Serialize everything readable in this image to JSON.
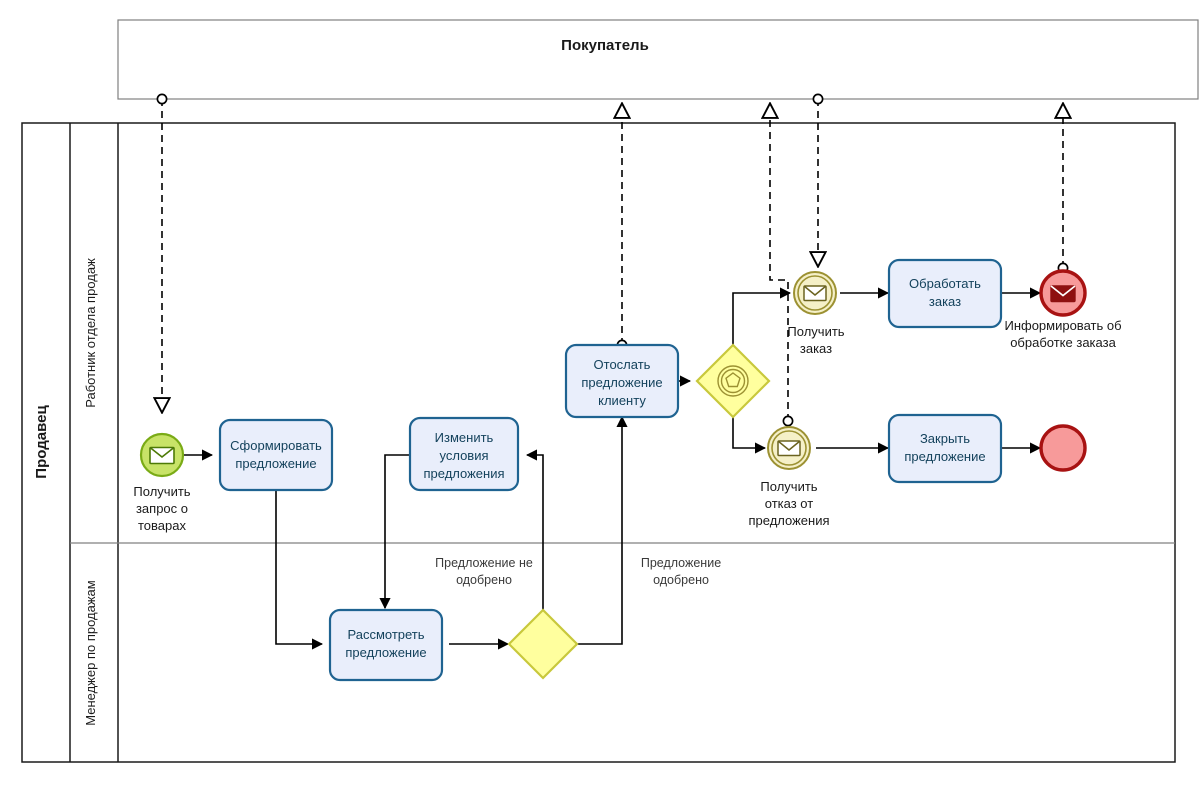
{
  "diagram": {
    "type": "bpmn-collaboration",
    "pools": [
      {
        "id": "buyer",
        "name": "Покупатель",
        "orientation": "horizontal-top"
      },
      {
        "id": "seller",
        "name": "Продавец",
        "lanes": [
          {
            "id": "lane-sales-worker",
            "name": "Работник отдела продаж"
          },
          {
            "id": "lane-sales-manager",
            "name": "Менеджер по продажам"
          }
        ]
      }
    ],
    "events": [
      {
        "id": "start-request",
        "kind": "start-message",
        "label": "Получить\nзапрос о\nтоварах",
        "lines": [
          "Получить",
          "запрос о",
          "товарах"
        ],
        "color": "#a6d14a"
      },
      {
        "id": "catch-order",
        "kind": "intermediate-message-catch",
        "label": "Получить\nзаказ",
        "lines": [
          "Получить",
          "заказ"
        ],
        "color": "#b8ad3c"
      },
      {
        "id": "catch-reject",
        "kind": "intermediate-message-catch",
        "label": "Получить\nотказ от\nпредложения",
        "lines": [
          "Получить",
          "отказ от",
          "предложения"
        ],
        "color": "#b8ad3c"
      },
      {
        "id": "end-inform",
        "kind": "end-message",
        "label": "Информировать об\nобработке заказа",
        "lines": [
          "Информировать об",
          "обработке заказа"
        ],
        "color": "#c00000"
      },
      {
        "id": "end-plain",
        "kind": "end-none",
        "label": "",
        "lines": [],
        "color": "#c00000"
      }
    ],
    "tasks": [
      {
        "id": "task-create-offer",
        "lines": [
          "Сформировать",
          "предложение"
        ]
      },
      {
        "id": "task-change-terms",
        "lines": [
          "Изменить",
          "условия",
          "предложения"
        ]
      },
      {
        "id": "task-send-offer",
        "lines": [
          "Отослать",
          "предложение",
          "клиенту"
        ]
      },
      {
        "id": "task-review-offer",
        "lines": [
          "Рассмотреть",
          "предложение"
        ]
      },
      {
        "id": "task-process-order",
        "lines": [
          "Обработать",
          "заказ"
        ]
      },
      {
        "id": "task-close-offer",
        "lines": [
          "Закрыть",
          "предложение"
        ]
      }
    ],
    "gateways": [
      {
        "id": "gw-event-based",
        "kind": "event-based",
        "color": "#ffff9e"
      },
      {
        "id": "gw-exclusive",
        "kind": "exclusive",
        "color": "#ffff9e"
      }
    ],
    "flow_labels": [
      {
        "id": "label-not-approved",
        "lines": [
          "Предложение не",
          "одобрено"
        ]
      },
      {
        "id": "label-approved",
        "lines": [
          "Предложение",
          "одобрено"
        ]
      }
    ],
    "colors": {
      "task_fill": "#e9eefb",
      "task_stroke": "#1f6391",
      "start_fill": "#c8e368",
      "start_stroke": "#7aab16",
      "catch_fill": "#f5f0c8",
      "catch_stroke": "#9c9132",
      "end_fill": "#f79a9a",
      "end_stroke": "#a81212",
      "gateway_fill": "#ffff9e",
      "gateway_stroke": "#c8c83c",
      "pool_stroke": "#808080"
    }
  }
}
